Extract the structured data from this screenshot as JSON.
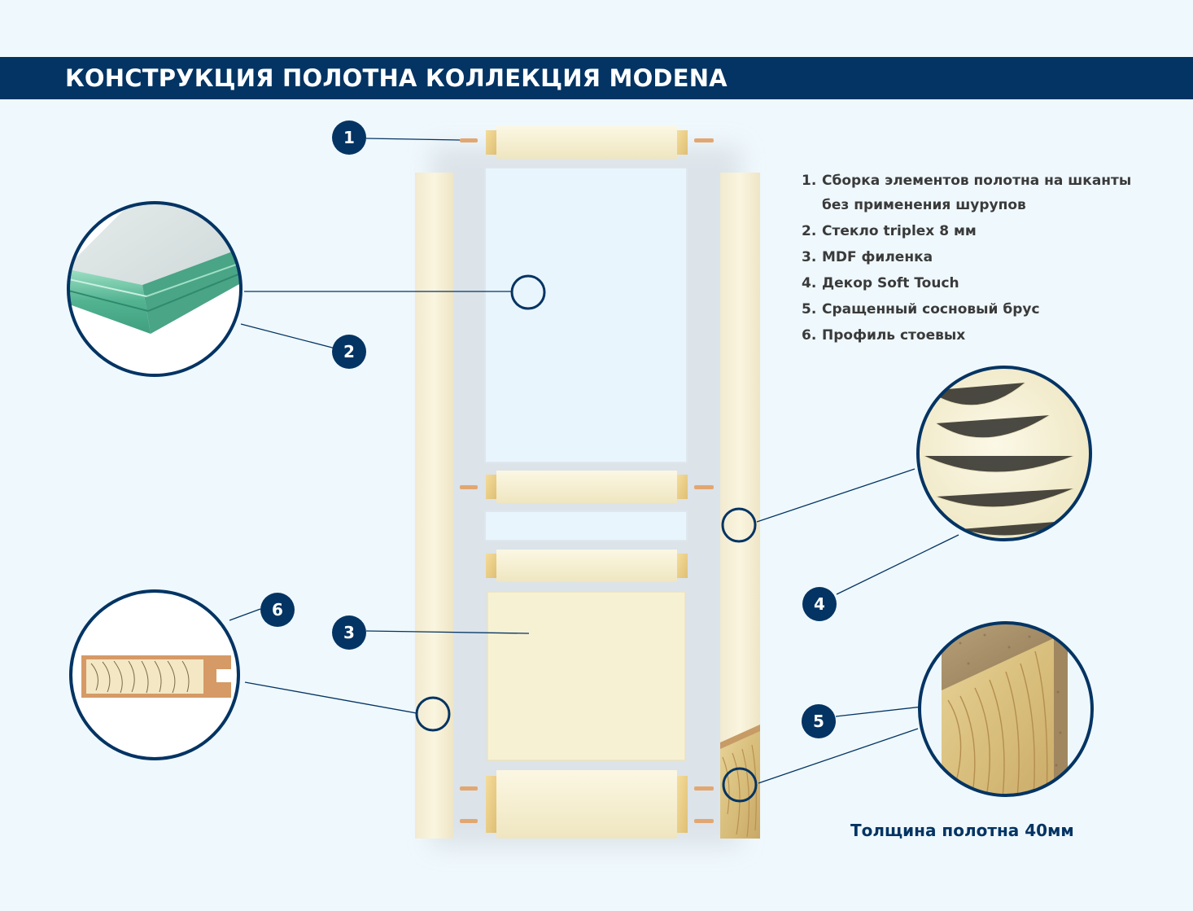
{
  "title": "КОНСТРУКЦИЯ ПОЛОТНА КОЛЛЕКЦИЯ MODENA",
  "legend": [
    {
      "num": "1.",
      "text": "Сборка элементов полотна на шканты",
      "text2": "без применения шурупов"
    },
    {
      "num": "2.",
      "text": "Стекло triplex 8 мм"
    },
    {
      "num": "3.",
      "text": "MDF филенка"
    },
    {
      "num": "4.",
      "text": "Декор Soft Touch"
    },
    {
      "num": "5.",
      "text": "Сращенный сосновый брус"
    },
    {
      "num": "6.",
      "text": "Профиль стоевых"
    }
  ],
  "badges": [
    "1",
    "2",
    "3",
    "4",
    "5",
    "6"
  ],
  "thickness_label": "Толщина полотна 40мм",
  "colors": {
    "navy": "#033463",
    "background": "#eff8fd",
    "cream": "#f8f3d8",
    "glass": "#e9f5fd",
    "glass_edge": "#5fb79b",
    "pine": "#d8c48d",
    "dowel": "#e2a771"
  }
}
